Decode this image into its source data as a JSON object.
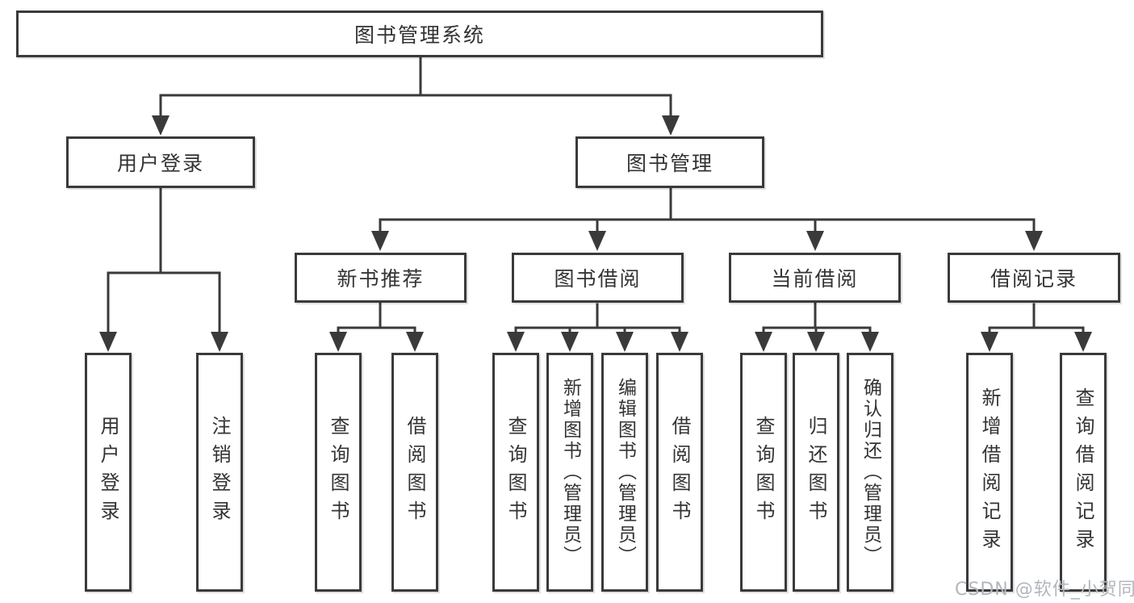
{
  "colors": {
    "box_border": "#3a3a3a",
    "box_text": "#333333",
    "connector": "#3a3a3a",
    "background": "#ffffff",
    "watermark": "#b2b6bd"
  },
  "diagram": {
    "root": {
      "label": "图书管理系统"
    },
    "login": {
      "label": "用户登录",
      "leaves": [
        {
          "label": "用户登录"
        },
        {
          "label": "注销登录"
        }
      ]
    },
    "manage": {
      "label": "图书管理",
      "groups": [
        {
          "label": "新书推荐",
          "leaves": [
            {
              "label": "查询图书"
            },
            {
              "label": "借阅图书"
            }
          ]
        },
        {
          "label": "图书借阅",
          "leaves": [
            {
              "label": "查询图书"
            },
            {
              "label": "新增图书（管理员）"
            },
            {
              "label": "编辑图书（管理员）"
            },
            {
              "label": "借阅图书"
            }
          ]
        },
        {
          "label": "当前借阅",
          "leaves": [
            {
              "label": "查询图书"
            },
            {
              "label": "归还图书"
            },
            {
              "label": "确认归还（管理员）"
            }
          ]
        },
        {
          "label": "借阅记录",
          "leaves": [
            {
              "label": "新增借阅记录"
            },
            {
              "label": "查询借阅记录"
            }
          ]
        }
      ]
    }
  },
  "watermark": {
    "text": "CSDN @软件_小贺同学"
  }
}
